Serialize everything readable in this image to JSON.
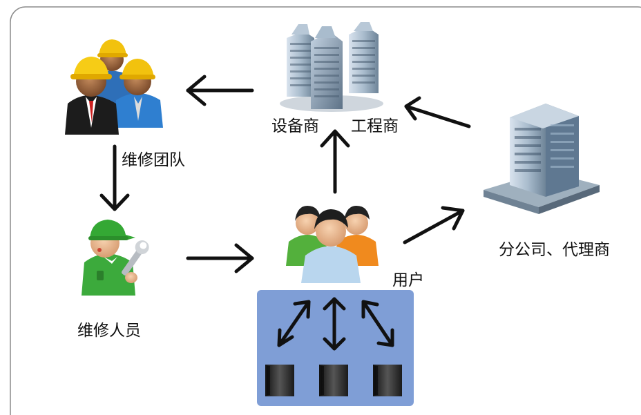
{
  "diagram": {
    "nodes": {
      "maintenance_team": {
        "label": "维修团队",
        "icon": "construction-team-icon"
      },
      "maintenance_staff": {
        "label": "维修人员",
        "icon": "repair-worker-icon"
      },
      "vendors": {
        "label_left": "设备商",
        "label_right": "工程商",
        "icon": "office-towers-icon"
      },
      "users": {
        "label": "用户",
        "icon": "user-group-icon"
      },
      "branch": {
        "label": "分公司、代理商",
        "icon": "office-building-icon"
      },
      "equipment": {
        "count": 3,
        "icon": "server-cabinet-icon",
        "panel_color": "#7f9ed6"
      }
    },
    "colors": {
      "frame": "#8a8a8a",
      "arrow": "#111111",
      "helmet": "#f2c20e",
      "green_shirt": "#3caa3c",
      "orange_shirt": "#f08a1e",
      "building_blue": "#9fb4c8"
    }
  }
}
